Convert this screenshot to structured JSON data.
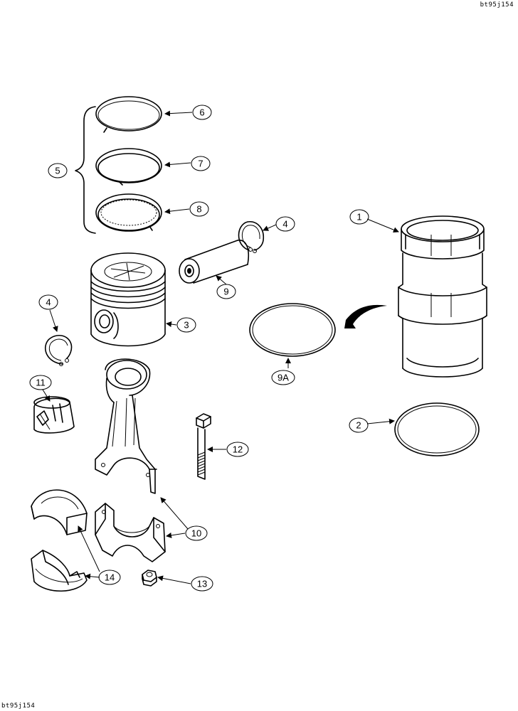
{
  "diagram": {
    "ref_code_top": "bt95j154",
    "ref_code_bottom": "bt95j154"
  },
  "callouts": {
    "c1": "1",
    "c2": "2",
    "c3": "3",
    "c4a": "4",
    "c4b": "4",
    "c5": "5",
    "c6": "6",
    "c7": "7",
    "c8": "8",
    "c9": "9",
    "c9a": "9A",
    "c10a": "10",
    "c10b": "10",
    "c11": "11",
    "c12": "12",
    "c13": "13",
    "c14": "14"
  }
}
